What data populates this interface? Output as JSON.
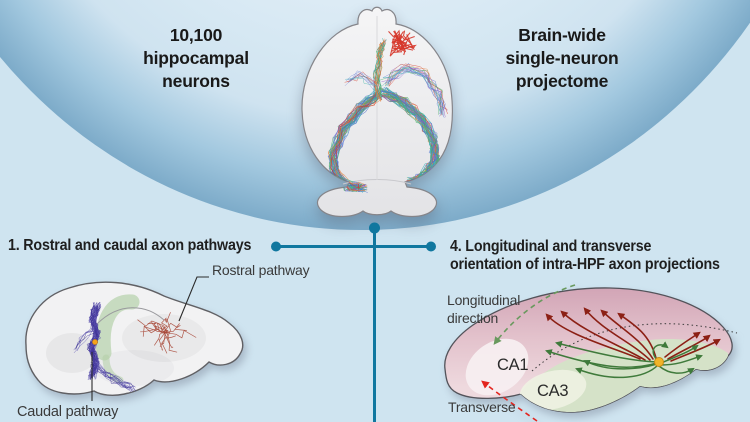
{
  "figure": {
    "hero": {
      "left_caption": [
        "10,100",
        "hippocampal",
        "neurons"
      ],
      "right_caption": [
        "Brain-wide",
        "single-neuron",
        "projectome"
      ]
    },
    "section1": {
      "heading": "1. Rostral and caudal axon pathways",
      "label_rostral": "Rostral pathway",
      "label_caudal": "Caudal pathway"
    },
    "section4": {
      "heading_line1": "4. Longitudinal and transverse",
      "heading_line2": "orientation of intra-HPF axon projections",
      "label_longitudinal_line1": "Longitudinal",
      "label_longitudinal_line2": "direction",
      "label_transverse": "Transverse",
      "label_ca1": "CA1",
      "label_ca3": "CA3"
    },
    "colors": {
      "background": "#cfe4f0",
      "accent_teal": "#10779f",
      "caudal_blue": "#463b9e",
      "rostral_red": "#a8493a",
      "soma_orange": "#f5a21b",
      "hpf_pink": "#e3c2cc",
      "hpf_green": "#d5e2c8",
      "arrow_dark_red": "#8c2015",
      "arrow_green": "#3f7a3b",
      "dashed_green": "#69995e",
      "dashed_red": "#e3251f"
    },
    "art": {
      "projectome_palette": [
        "#d43b2a",
        "#2aa9b8",
        "#4668cc",
        "#8f5bc4",
        "#e38544",
        "#4fae6b",
        "#3fb3a6",
        "#6f86d8"
      ],
      "caudal_palette": [
        "#463b9e",
        "#5a50b4",
        "#392f91"
      ],
      "red_patch": "#d6372b"
    }
  }
}
